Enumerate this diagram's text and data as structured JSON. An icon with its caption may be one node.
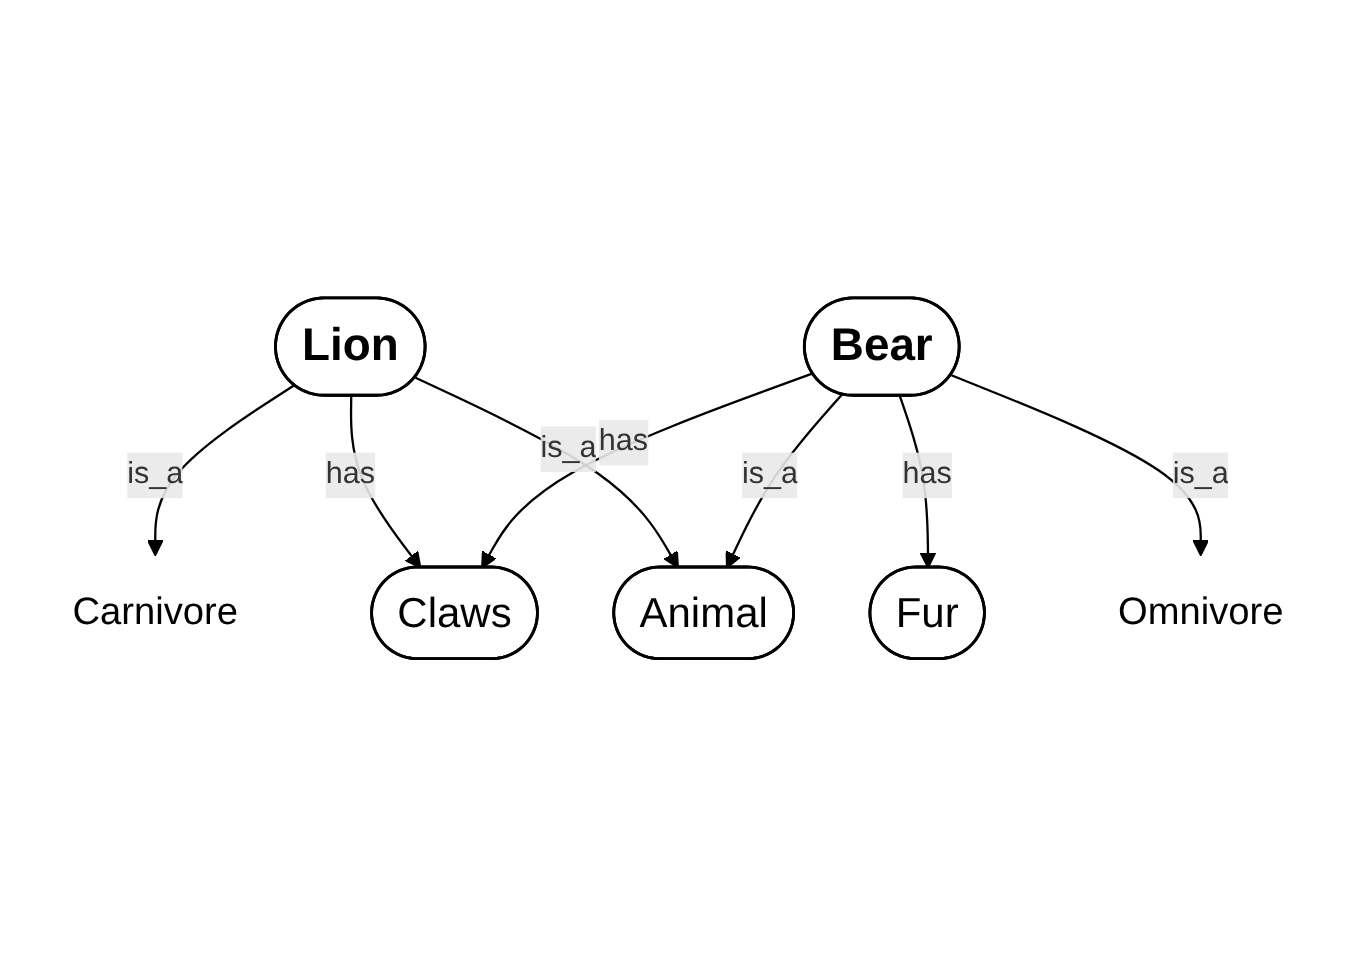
{
  "diagram": {
    "nodes": [
      {
        "text": [
          "Lion"
        ]
      },
      {
        "text": [
          "Carnivore"
        ]
      },
      {
        "text": [
          "Claws"
        ]
      },
      {
        "text": [
          "Animal"
        ]
      },
      {
        "text": [
          "Fur"
        ]
      },
      {
        "text": [
          "Bear"
        ]
      },
      {
        "text": [
          "Omnivore"
        ]
      }
    ],
    "edges": [
      {
        "from": 0,
        "to": 1,
        "arrow": "to",
        "label": "is_a"
      },
      {
        "from": 0,
        "to": 2,
        "arrow": "to",
        "label": "has"
      },
      {
        "from": 0,
        "to": 3,
        "arrow": "to",
        "label": "is_a"
      },
      {
        "from": 5,
        "to": 2,
        "arrow": "to",
        "label": "has"
      },
      {
        "from": 5,
        "to": 3,
        "arrow": "to",
        "label": "is_a"
      },
      {
        "from": 5,
        "to": 4,
        "arrow": "to",
        "label": "has"
      },
      {
        "from": 5,
        "to": 6,
        "arrow": "to",
        "label": "is_a"
      }
    ]
  }
}
